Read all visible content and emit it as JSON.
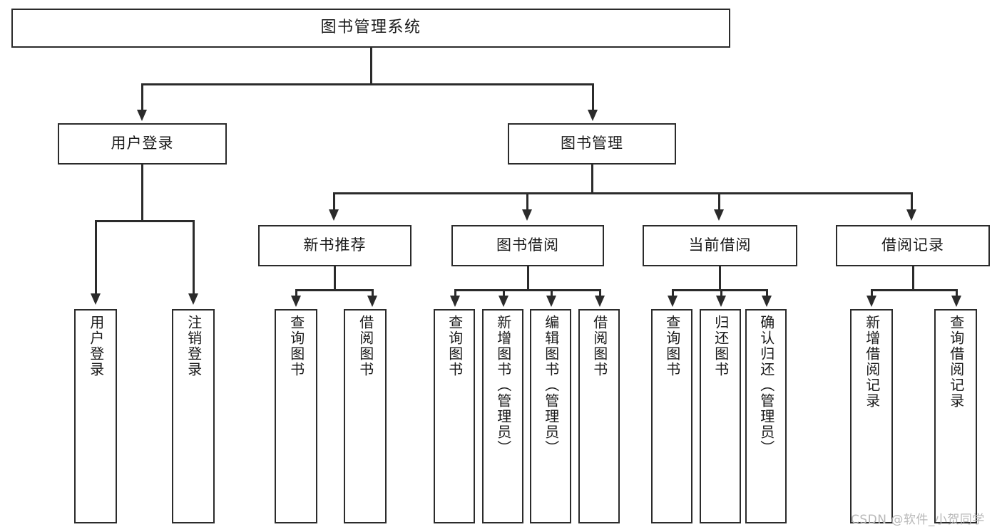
{
  "diagram": {
    "title": "图书管理系统",
    "watermark": "CSDN @软件_小贺同学",
    "accent_color": "#2b2b2b",
    "background_color": "#ffffff",
    "root": {
      "label": "图书管理系统"
    },
    "level1": [
      {
        "label": "用户登录"
      },
      {
        "label": "图书管理"
      }
    ],
    "level2": [
      {
        "label": "新书推荐"
      },
      {
        "label": "图书借阅"
      },
      {
        "label": "当前借阅"
      },
      {
        "label": "借阅记录"
      }
    ],
    "leaves": {
      "user_login": [
        {
          "label": "用户登录"
        },
        {
          "label": "注销登录"
        }
      ],
      "new_book": [
        {
          "label": "查询图书"
        },
        {
          "label": "借阅图书"
        }
      ],
      "book_borrow": [
        {
          "label": "查询图书"
        },
        {
          "label": "新增图书（管理员）"
        },
        {
          "label": "编辑图书（管理员）"
        },
        {
          "label": "借阅图书"
        }
      ],
      "current_borrow": [
        {
          "label": "查询图书"
        },
        {
          "label": "归还图书"
        },
        {
          "label": "确认归还（管理员）"
        }
      ],
      "borrow_record": [
        {
          "label": "新增借阅记录"
        },
        {
          "label": "查询借阅记录"
        }
      ]
    }
  }
}
